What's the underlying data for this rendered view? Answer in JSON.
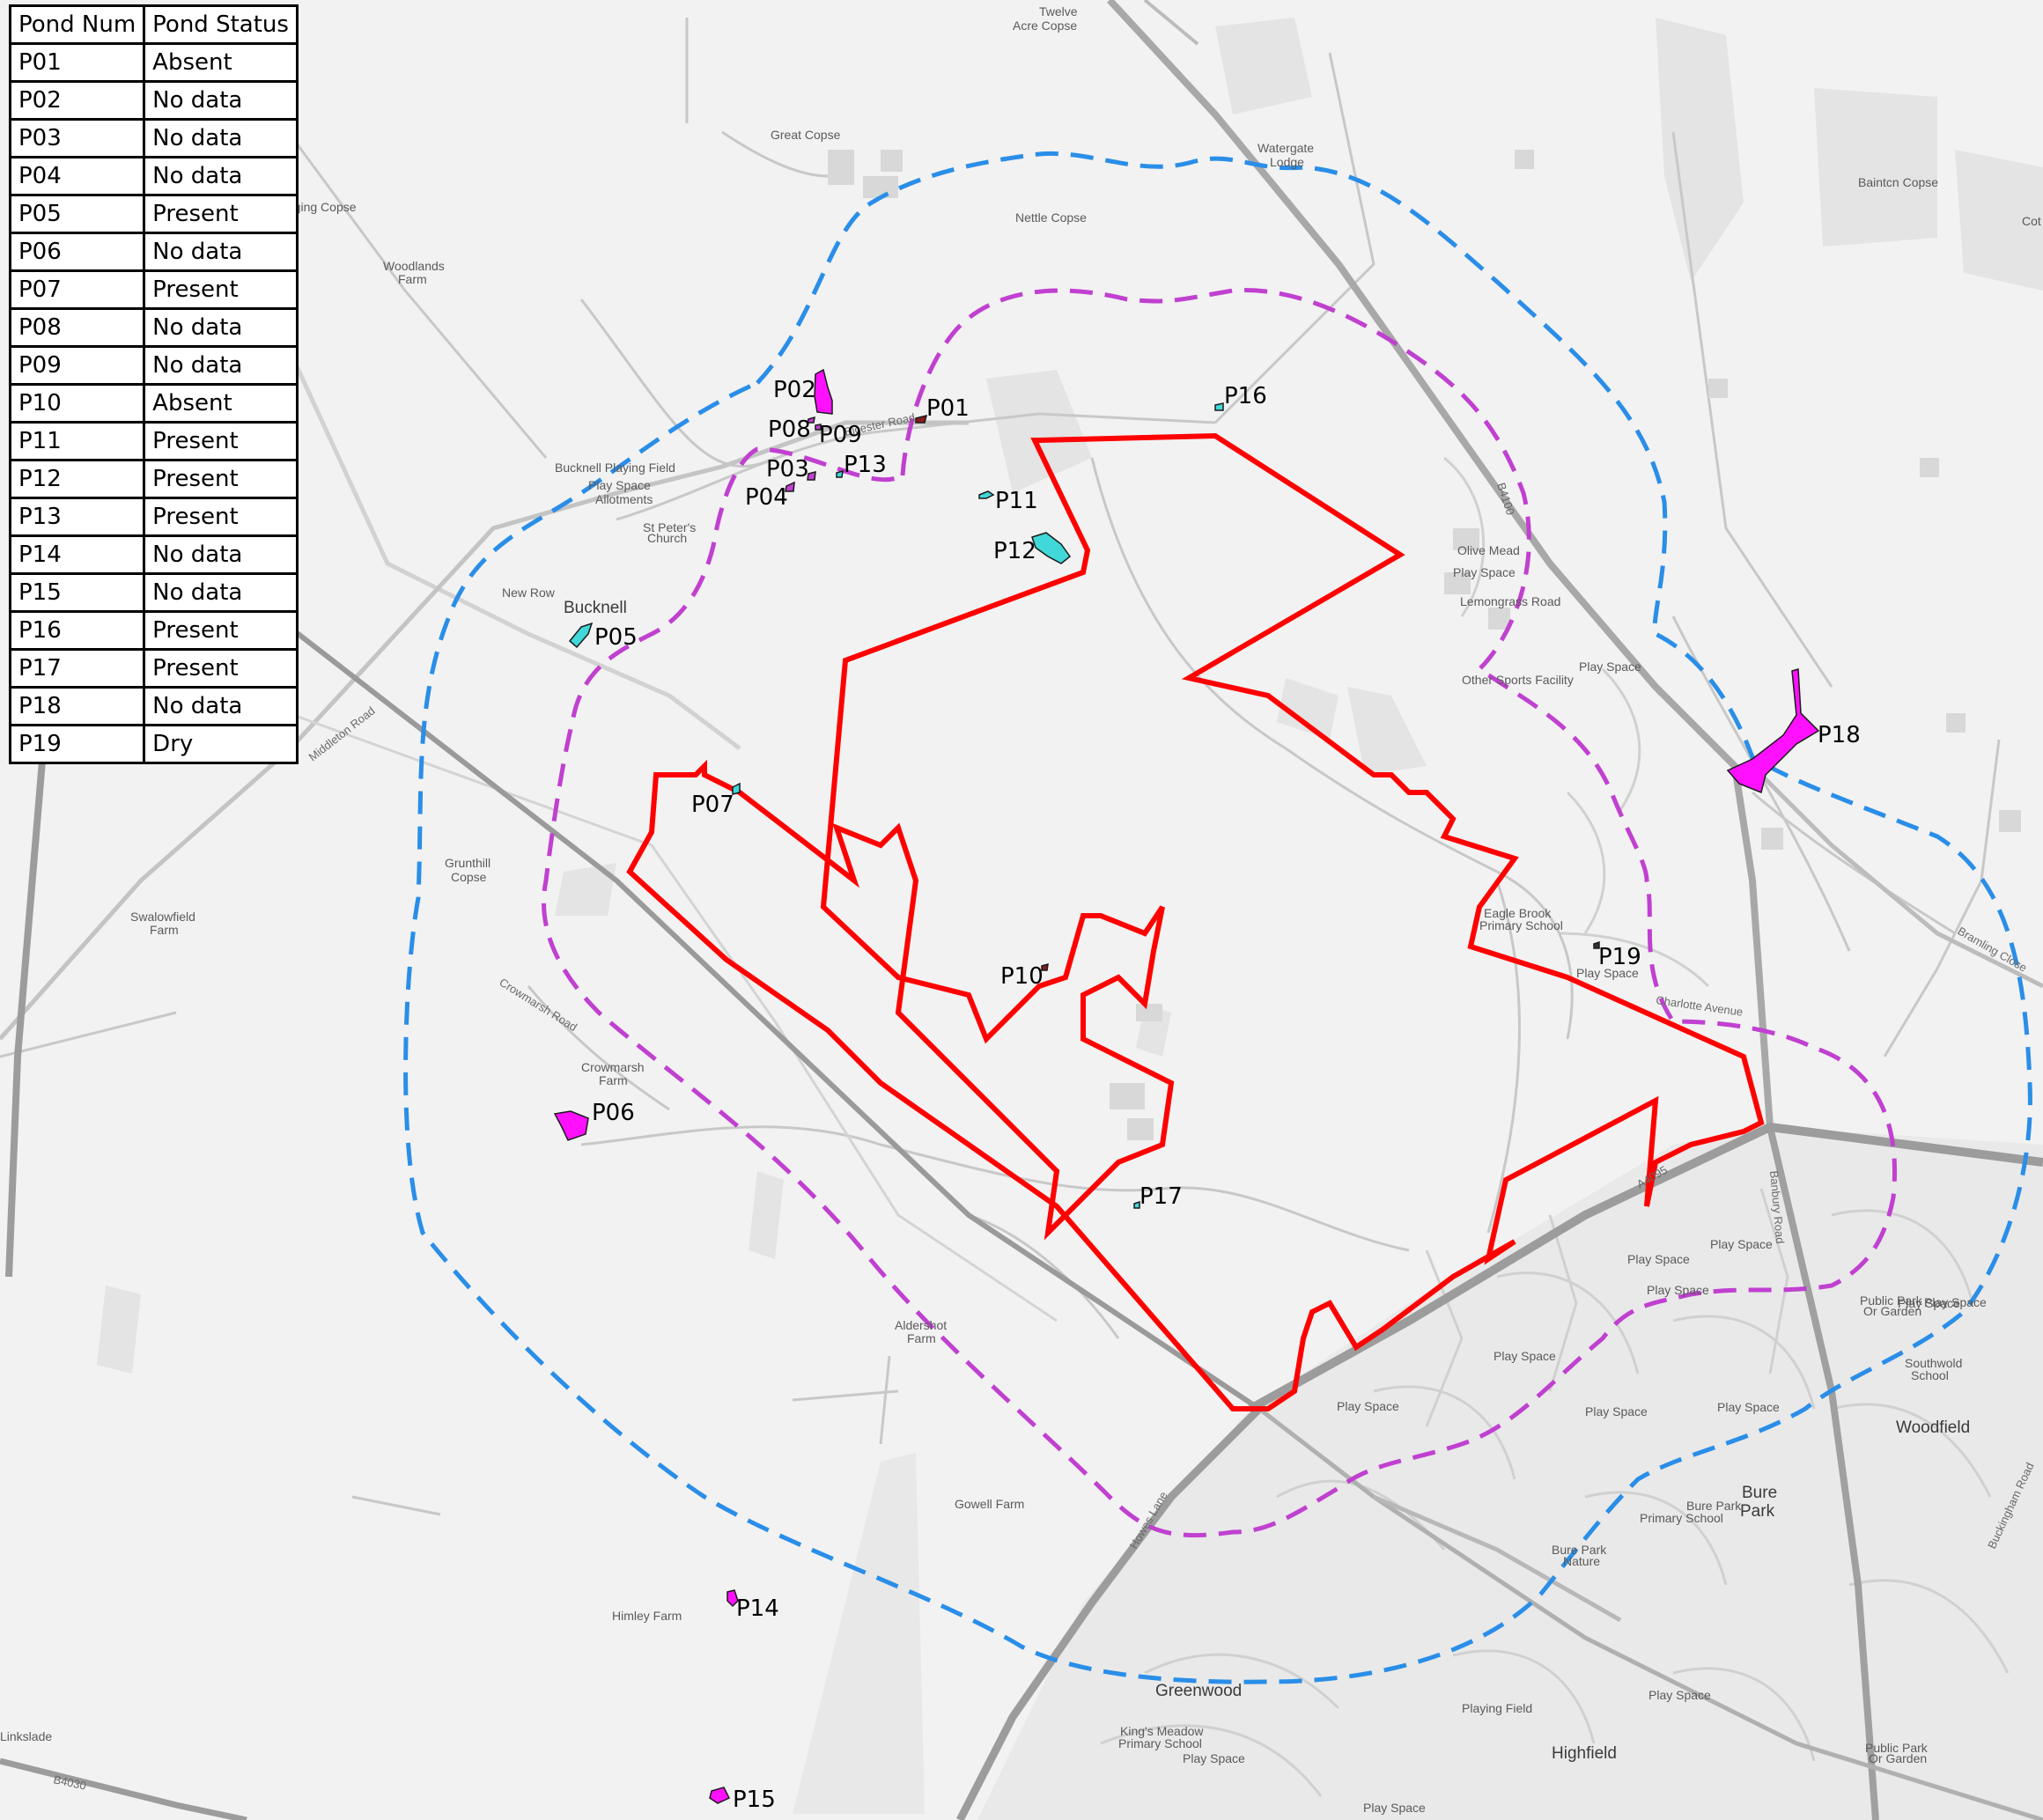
{
  "legend": {
    "headers": [
      "Pond Num",
      "Pond Status"
    ],
    "rows": [
      [
        "P01",
        "Absent"
      ],
      [
        "P02",
        "No data"
      ],
      [
        "P03",
        "No data"
      ],
      [
        "P04",
        "No data"
      ],
      [
        "P05",
        "Present"
      ],
      [
        "P06",
        "No data"
      ],
      [
        "P07",
        "Present"
      ],
      [
        "P08",
        "No data"
      ],
      [
        "P09",
        "No data"
      ],
      [
        "P10",
        "Absent"
      ],
      [
        "P11",
        "Present"
      ],
      [
        "P12",
        "Present"
      ],
      [
        "P13",
        "Present"
      ],
      [
        "P14",
        "No data"
      ],
      [
        "P15",
        "No data"
      ],
      [
        "P16",
        "Present"
      ],
      [
        "P17",
        "Present"
      ],
      [
        "P18",
        "No data"
      ],
      [
        "P19",
        "Dry"
      ]
    ]
  },
  "colors": {
    "site_boundary": "#ff0000",
    "buffer_inner": "#c040d0",
    "buffer_outer": "#2a8ee8",
    "pond_present": "#40d8d8",
    "pond_no_data": "#ff10ff",
    "pond_absent": "#8b1a1a",
    "road": "#b0b0b0",
    "major_road": "#999999"
  },
  "ponds": [
    {
      "id": "P01",
      "status": "Absent"
    },
    {
      "id": "P02",
      "status": "No data"
    },
    {
      "id": "P03",
      "status": "No data"
    },
    {
      "id": "P04",
      "status": "No data"
    },
    {
      "id": "P05",
      "status": "Present"
    },
    {
      "id": "P06",
      "status": "No data"
    },
    {
      "id": "P07",
      "status": "Present"
    },
    {
      "id": "P08",
      "status": "No data"
    },
    {
      "id": "P09",
      "status": "No data"
    },
    {
      "id": "P10",
      "status": "Absent"
    },
    {
      "id": "P11",
      "status": "Present"
    },
    {
      "id": "P12",
      "status": "Present"
    },
    {
      "id": "P13",
      "status": "Present"
    },
    {
      "id": "P14",
      "status": "No data"
    },
    {
      "id": "P15",
      "status": "No data"
    },
    {
      "id": "P16",
      "status": "Present"
    },
    {
      "id": "P17",
      "status": "Present"
    },
    {
      "id": "P18",
      "status": "No data"
    },
    {
      "id": "P19",
      "status": "Dry"
    }
  ],
  "places": {
    "twelve_acre_1": "Twelve",
    "twelve_acre_2": "Acre Copse",
    "great_copse": "Great Copse",
    "watergate_1": "Watergate",
    "watergate_2": "Lodge",
    "nettle_copse": "Nettle Copse",
    "baintcn_copse": "Baintcn Copse",
    "cot": "Cot",
    "higging_copse": "higging Copse",
    "woodlands_1": "Woodlands",
    "woodlands_2": "Farm",
    "bucknell_playing": "Bucknell Playing Field",
    "play_space": "Play Space",
    "allotments": "Allotments",
    "st_peters_1": "St Peter's",
    "st_peters_2": "Church",
    "new_row": "New Row",
    "bucknell": "Bucknell",
    "olive_mead": "Olive Mead",
    "lemongrass": "Lemongrass Road",
    "other_sports": "Other Sports Facility",
    "eagle_brook_1": "Eagle Brook",
    "eagle_brook_2": "Primary School",
    "grunthill_1": "Grunthill",
    "grunthill_2": "Copse",
    "swalowfield_1": "Swalowfield",
    "swalowfield_2": "Farm",
    "crowmarsh_1": "Crowmarsh",
    "crowmarsh_2": "Farm",
    "aldershot_1": "Aldershot",
    "aldershot_2": "Farm",
    "gowell_farm": "Gowell Farm",
    "himley_farm": "Himley Farm",
    "linkslade": "Linkslade",
    "greenwood": "Greenwood",
    "kings_meadow_1": "King's Meadow",
    "kings_meadow_2": "Primary School",
    "highfield": "Highfield",
    "bure_park_1": "Bure",
    "bure_park_2": "Park",
    "bure_park_school_1": "Bure Park",
    "bure_park_school_2": "Primary School",
    "bure_park_nature_1": "Bure Park",
    "bure_park_nature_2": "Nature",
    "woodfield": "Woodfield",
    "southwold_1": "Southwold",
    "southwold_2": "School",
    "public_park_1": "Public Park",
    "public_park_2": "Or Garden",
    "playing_field": "Playing Field"
  },
  "roads": {
    "middleton_road": "Middleton Road",
    "crowmarsh_road": "Crowmarsh Road",
    "bicester_road": "Bicester Road",
    "b4100": "B4100",
    "a4095": "A4095",
    "b4030": "B4030",
    "banbury_road": "Banbury Road",
    "charlotte_avenue": "Charlotte Avenue",
    "bramling_close": "Bramling Close",
    "howes_lane": "Howes Lane",
    "buckingham_road": "Buckingham Road"
  }
}
